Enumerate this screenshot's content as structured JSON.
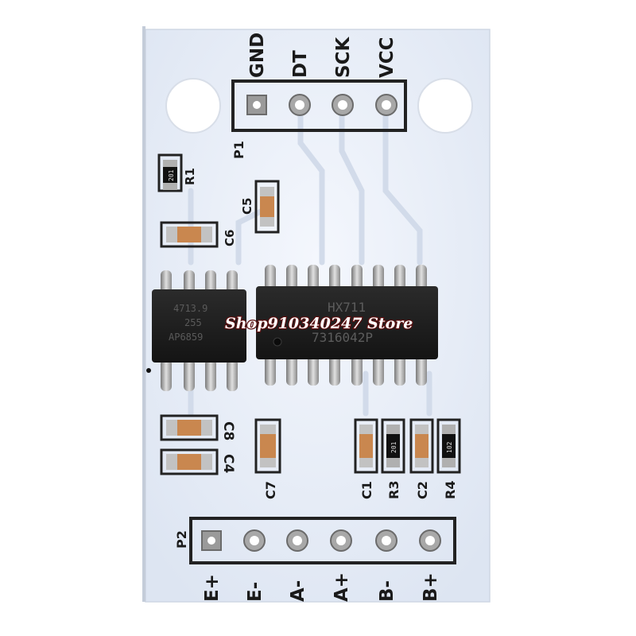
{
  "board": {
    "header_p1": {
      "designator": "P1",
      "pins": [
        "GND",
        "DT",
        "SCK",
        "VCC"
      ]
    },
    "header_p2": {
      "designator": "P2",
      "pins": [
        "E+",
        "E-",
        "A-",
        "A+",
        "B-",
        "B+"
      ]
    },
    "components": {
      "r1": {
        "designator": "R1",
        "code": "201"
      },
      "c5": {
        "designator": "C5"
      },
      "c6": {
        "designator": "C6"
      },
      "c8": {
        "designator": "C8"
      },
      "c4": {
        "designator": "C4"
      },
      "c7": {
        "designator": "C7"
      },
      "c1": {
        "designator": "C1"
      },
      "r3": {
        "designator": "R3",
        "code": "201"
      },
      "c2": {
        "designator": "C2"
      },
      "r4": {
        "designator": "R4",
        "code": "102"
      }
    },
    "chips": {
      "soic8": {
        "line1": "4713.9",
        "line2": "255",
        "line3": "AP6859"
      },
      "hx711": {
        "line1": "HX711",
        "line2": "7316042P"
      }
    }
  },
  "watermark": "Shop910340247 Store",
  "colors": {
    "board": "#e9eff9",
    "silkscreen": "#1a1a1a",
    "pad_metal": "#a9a9a9",
    "chip": "#1e1e1e",
    "capacitor_body": "#c9874f",
    "resistor_body": "#111111"
  }
}
